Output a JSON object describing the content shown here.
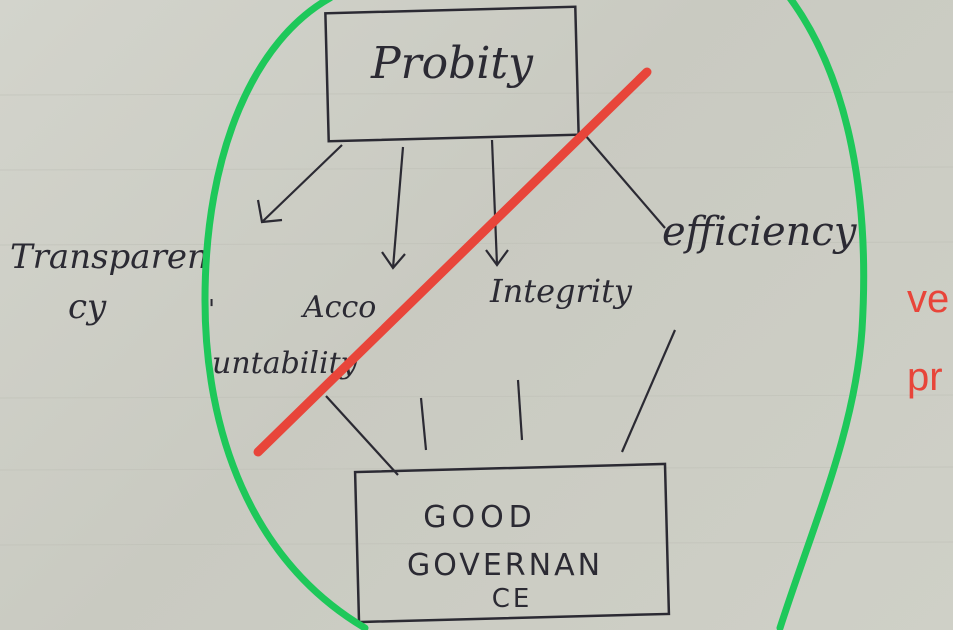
{
  "diagram": {
    "top_node": "Probity",
    "branches": [
      {
        "line1": "Transparen",
        "line2": "cy"
      },
      {
        "line1": "Acco",
        "line2": "untability"
      },
      {
        "line1": "Integrity"
      },
      {
        "line1": "efficiency"
      }
    ],
    "bottom_node": {
      "line1": "GOOD",
      "line2": "GOVERNAN",
      "line3": "CE"
    }
  },
  "annotation": {
    "line1": "ve",
    "line2": "pr"
  },
  "colors": {
    "paper": "#cfd0c7",
    "ink": "#2b2a33",
    "circle": "#1ec85a",
    "strike": "#e8453a",
    "annotation": "#e8453a"
  }
}
